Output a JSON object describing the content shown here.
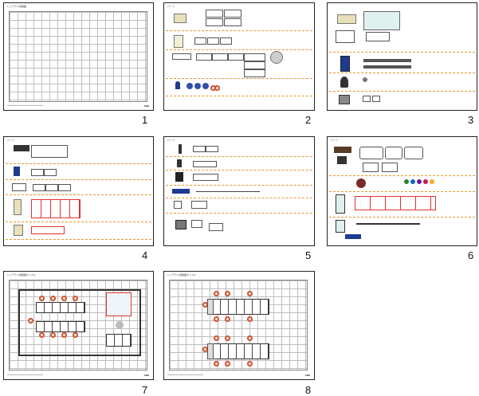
{
  "slides": [
    {
      "number": "1",
      "title": "レイアウト用図面"
    },
    {
      "number": "2",
      "title": "パーツ"
    },
    {
      "number": "3",
      "title": ""
    },
    {
      "number": "4",
      "title": "パーツ"
    },
    {
      "number": "5",
      "title": "パーツ"
    },
    {
      "number": "6",
      "title": "パーツ"
    },
    {
      "number": "7",
      "title": "レイアウト用図面サンプル"
    },
    {
      "number": "8",
      "title": "レイアウト用図面サンプル"
    }
  ],
  "brand_mark": "ADS",
  "colors": {
    "accent_dash": "#e69a2e",
    "chair": "#c0392b",
    "grid": "#bdbdbd"
  }
}
